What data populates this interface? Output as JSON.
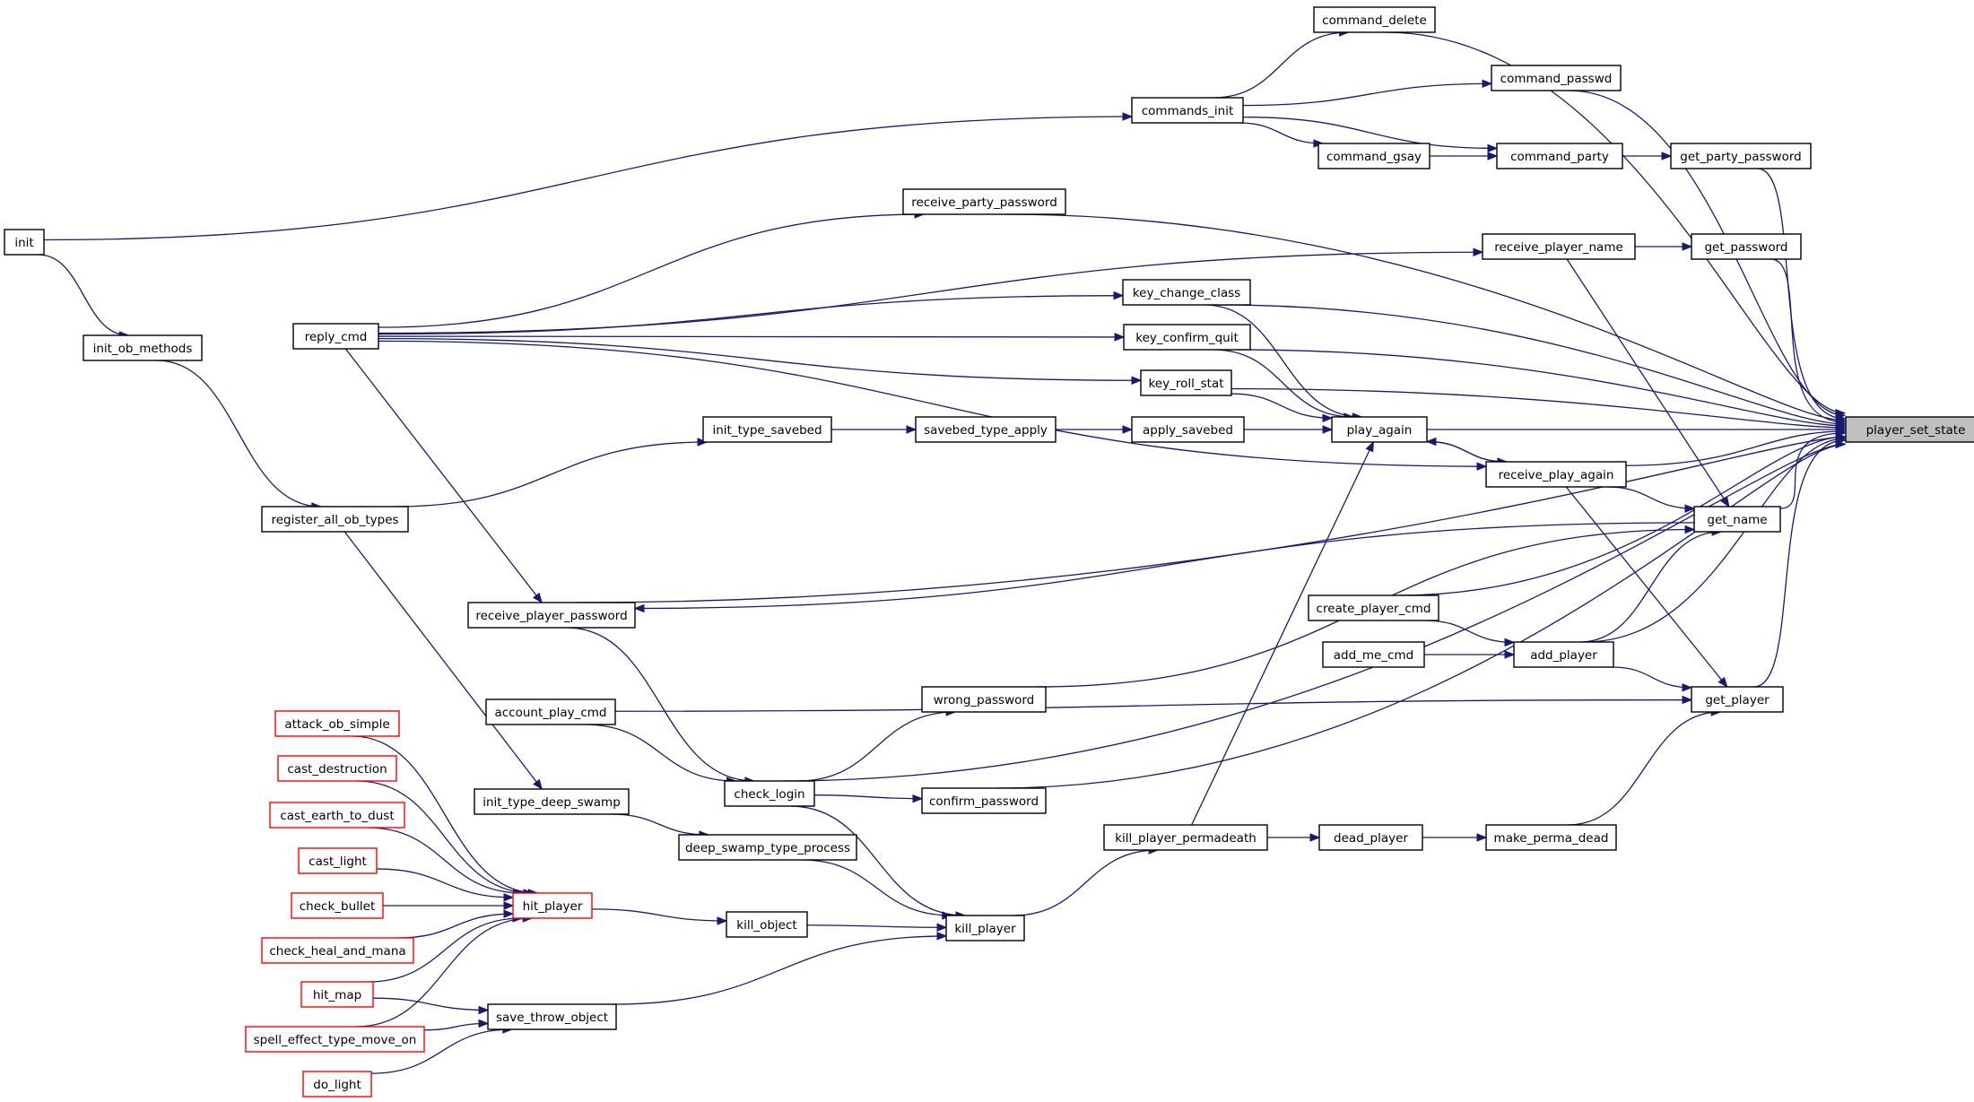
{
  "graph": {
    "title": "player_set_state",
    "colors": {
      "edge": "#191970",
      "node_border": "#000000",
      "truncated_border": "#ff0000",
      "root_fill": "#bfbfbf",
      "node_fill": "#ffffff"
    },
    "nodes": [
      {
        "id": "player_set_state",
        "label": "player_set_state",
        "kind": "root"
      },
      {
        "id": "command_delete",
        "label": "command_delete",
        "kind": "normal"
      },
      {
        "id": "command_passwd",
        "label": "command_passwd",
        "kind": "normal"
      },
      {
        "id": "commands_init",
        "label": "commands_init",
        "kind": "normal"
      },
      {
        "id": "command_gsay",
        "label": "command_gsay",
        "kind": "normal"
      },
      {
        "id": "command_party",
        "label": "command_party",
        "kind": "normal"
      },
      {
        "id": "get_party_password",
        "label": "get_party_password",
        "kind": "normal"
      },
      {
        "id": "init",
        "label": "init",
        "kind": "normal"
      },
      {
        "id": "receive_party_password",
        "label": "receive_party_password",
        "kind": "normal"
      },
      {
        "id": "receive_player_name",
        "label": "receive_player_name",
        "kind": "normal"
      },
      {
        "id": "get_password",
        "label": "get_password",
        "kind": "normal"
      },
      {
        "id": "reply_cmd",
        "label": "reply_cmd",
        "kind": "normal"
      },
      {
        "id": "key_change_class",
        "label": "key_change_class",
        "kind": "normal"
      },
      {
        "id": "init_ob_methods",
        "label": "init_ob_methods",
        "kind": "normal"
      },
      {
        "id": "key_confirm_quit",
        "label": "key_confirm_quit",
        "kind": "normal"
      },
      {
        "id": "key_roll_stat",
        "label": "key_roll_stat",
        "kind": "normal"
      },
      {
        "id": "init_type_savebed",
        "label": "init_type_savebed",
        "kind": "normal"
      },
      {
        "id": "savebed_type_apply",
        "label": "savebed_type_apply",
        "kind": "normal"
      },
      {
        "id": "apply_savebed",
        "label": "apply_savebed",
        "kind": "normal"
      },
      {
        "id": "play_again",
        "label": "play_again",
        "kind": "normal"
      },
      {
        "id": "receive_play_again",
        "label": "receive_play_again",
        "kind": "normal"
      },
      {
        "id": "register_all_ob_types",
        "label": "register_all_ob_types",
        "kind": "normal"
      },
      {
        "id": "get_name",
        "label": "get_name",
        "kind": "normal"
      },
      {
        "id": "receive_player_password",
        "label": "receive_player_password",
        "kind": "normal"
      },
      {
        "id": "create_player_cmd",
        "label": "create_player_cmd",
        "kind": "normal"
      },
      {
        "id": "add_me_cmd",
        "label": "add_me_cmd",
        "kind": "normal"
      },
      {
        "id": "add_player",
        "label": "add_player",
        "kind": "normal"
      },
      {
        "id": "wrong_password",
        "label": "wrong_password",
        "kind": "normal"
      },
      {
        "id": "get_player",
        "label": "get_player",
        "kind": "normal"
      },
      {
        "id": "account_play_cmd",
        "label": "account_play_cmd",
        "kind": "normal"
      },
      {
        "id": "attack_ob_simple",
        "label": "attack_ob_simple",
        "kind": "truncated"
      },
      {
        "id": "cast_destruction",
        "label": "cast_destruction",
        "kind": "truncated"
      },
      {
        "id": "init_type_deep_swamp",
        "label": "init_type_deep_swamp",
        "kind": "normal"
      },
      {
        "id": "check_login",
        "label": "check_login",
        "kind": "normal"
      },
      {
        "id": "confirm_password",
        "label": "confirm_password",
        "kind": "normal"
      },
      {
        "id": "cast_earth_to_dust",
        "label": "cast_earth_to_dust",
        "kind": "truncated"
      },
      {
        "id": "kill_player_permadeath",
        "label": "kill_player_permadeath",
        "kind": "normal"
      },
      {
        "id": "dead_player",
        "label": "dead_player",
        "kind": "normal"
      },
      {
        "id": "make_perma_dead",
        "label": "make_perma_dead",
        "kind": "normal"
      },
      {
        "id": "deep_swamp_type_process",
        "label": "deep_swamp_type_process",
        "kind": "normal"
      },
      {
        "id": "cast_light",
        "label": "cast_light",
        "kind": "truncated"
      },
      {
        "id": "check_bullet",
        "label": "check_bullet",
        "kind": "truncated"
      },
      {
        "id": "hit_player",
        "label": "hit_player",
        "kind": "truncated"
      },
      {
        "id": "kill_object",
        "label": "kill_object",
        "kind": "normal"
      },
      {
        "id": "kill_player",
        "label": "kill_player",
        "kind": "normal"
      },
      {
        "id": "check_heal_and_mana",
        "label": "check_heal_and_mana",
        "kind": "truncated"
      },
      {
        "id": "hit_map",
        "label": "hit_map",
        "kind": "truncated"
      },
      {
        "id": "save_throw_object",
        "label": "save_throw_object",
        "kind": "normal"
      },
      {
        "id": "spell_effect_type_move_on",
        "label": "spell_effect_type_move_on",
        "kind": "truncated"
      },
      {
        "id": "do_light",
        "label": "do_light",
        "kind": "truncated"
      }
    ],
    "edges": [
      {
        "from": "command_delete",
        "to": "player_set_state"
      },
      {
        "from": "commands_init",
        "to": "command_delete"
      },
      {
        "from": "commands_init",
        "to": "command_passwd"
      },
      {
        "from": "commands_init",
        "to": "command_gsay"
      },
      {
        "from": "commands_init",
        "to": "command_party"
      },
      {
        "from": "command_passwd",
        "to": "player_set_state"
      },
      {
        "from": "init",
        "to": "commands_init"
      },
      {
        "from": "init",
        "to": "init_ob_methods"
      },
      {
        "from": "command_gsay",
        "to": "command_party"
      },
      {
        "from": "command_party",
        "to": "get_party_password"
      },
      {
        "from": "get_party_password",
        "to": "player_set_state"
      },
      {
        "from": "reply_cmd",
        "to": "receive_party_password"
      },
      {
        "from": "reply_cmd",
        "to": "receive_player_name"
      },
      {
        "from": "reply_cmd",
        "to": "key_change_class"
      },
      {
        "from": "reply_cmd",
        "to": "key_confirm_quit"
      },
      {
        "from": "reply_cmd",
        "to": "key_roll_stat"
      },
      {
        "from": "reply_cmd",
        "to": "receive_play_again"
      },
      {
        "from": "reply_cmd",
        "to": "receive_player_password"
      },
      {
        "from": "receive_party_password",
        "to": "player_set_state"
      },
      {
        "from": "receive_player_name",
        "to": "get_password"
      },
      {
        "from": "receive_player_name",
        "to": "get_name"
      },
      {
        "from": "get_password",
        "to": "player_set_state"
      },
      {
        "from": "key_change_class",
        "to": "player_set_state"
      },
      {
        "from": "key_change_class",
        "to": "play_again"
      },
      {
        "from": "key_confirm_quit",
        "to": "player_set_state"
      },
      {
        "from": "key_confirm_quit",
        "to": "play_again"
      },
      {
        "from": "key_roll_stat",
        "to": "player_set_state"
      },
      {
        "from": "key_roll_stat",
        "to": "play_again"
      },
      {
        "from": "init_ob_methods",
        "to": "register_all_ob_types"
      },
      {
        "from": "register_all_ob_types",
        "to": "init_type_savebed"
      },
      {
        "from": "register_all_ob_types",
        "to": "init_type_deep_swamp"
      },
      {
        "from": "init_type_savebed",
        "to": "savebed_type_apply"
      },
      {
        "from": "savebed_type_apply",
        "to": "apply_savebed"
      },
      {
        "from": "apply_savebed",
        "to": "play_again"
      },
      {
        "from": "play_again",
        "to": "player_set_state"
      },
      {
        "from": "play_again",
        "to": "receive_play_again"
      },
      {
        "from": "receive_play_again",
        "to": "play_again"
      },
      {
        "from": "receive_play_again",
        "to": "player_set_state"
      },
      {
        "from": "receive_play_again",
        "to": "get_name"
      },
      {
        "from": "receive_play_again",
        "to": "get_player"
      },
      {
        "from": "get_name",
        "to": "player_set_state"
      },
      {
        "from": "get_name",
        "to": "receive_player_password"
      },
      {
        "from": "receive_player_password",
        "to": "player_set_state"
      },
      {
        "from": "receive_player_password",
        "to": "check_login"
      },
      {
        "from": "create_player_cmd",
        "to": "player_set_state"
      },
      {
        "from": "create_player_cmd",
        "to": "add_player"
      },
      {
        "from": "add_me_cmd",
        "to": "add_player"
      },
      {
        "from": "add_player",
        "to": "player_set_state"
      },
      {
        "from": "add_player",
        "to": "get_name"
      },
      {
        "from": "add_player",
        "to": "get_player"
      },
      {
        "from": "wrong_password",
        "to": "get_name"
      },
      {
        "from": "get_player",
        "to": "player_set_state"
      },
      {
        "from": "account_play_cmd",
        "to": "get_player"
      },
      {
        "from": "account_play_cmd",
        "to": "check_login"
      },
      {
        "from": "check_login",
        "to": "wrong_password"
      },
      {
        "from": "check_login",
        "to": "confirm_password"
      },
      {
        "from": "check_login",
        "to": "player_set_state"
      },
      {
        "from": "check_login",
        "to": "kill_player"
      },
      {
        "from": "confirm_password",
        "to": "player_set_state"
      },
      {
        "from": "kill_player",
        "to": "kill_player_permadeath"
      },
      {
        "from": "kill_player_permadeath",
        "to": "play_again"
      },
      {
        "from": "kill_player_permadeath",
        "to": "dead_player"
      },
      {
        "from": "dead_player",
        "to": "make_perma_dead"
      },
      {
        "from": "make_perma_dead",
        "to": "get_player"
      },
      {
        "from": "init_type_deep_swamp",
        "to": "deep_swamp_type_process"
      },
      {
        "from": "deep_swamp_type_process",
        "to": "kill_player"
      },
      {
        "from": "attack_ob_simple",
        "to": "hit_player"
      },
      {
        "from": "cast_destruction",
        "to": "hit_player"
      },
      {
        "from": "cast_earth_to_dust",
        "to": "hit_player"
      },
      {
        "from": "cast_light",
        "to": "hit_player"
      },
      {
        "from": "check_bullet",
        "to": "hit_player"
      },
      {
        "from": "check_heal_and_mana",
        "to": "hit_player"
      },
      {
        "from": "hit_map",
        "to": "hit_player"
      },
      {
        "from": "hit_map",
        "to": "save_throw_object"
      },
      {
        "from": "spell_effect_type_move_on",
        "to": "hit_player"
      },
      {
        "from": "spell_effect_type_move_on",
        "to": "save_throw_object"
      },
      {
        "from": "do_light",
        "to": "save_throw_object"
      },
      {
        "from": "hit_player",
        "to": "kill_object"
      },
      {
        "from": "kill_object",
        "to": "kill_player"
      },
      {
        "from": "save_throw_object",
        "to": "kill_player"
      }
    ]
  }
}
